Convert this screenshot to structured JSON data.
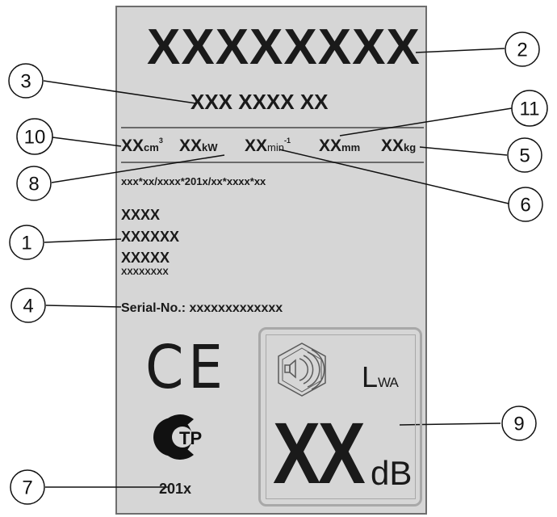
{
  "plate": {
    "title": "XXXXXXXX",
    "model": "XXX XXXX XX",
    "specs": {
      "displacement": {
        "value": "XX",
        "unit": "cm",
        "sup": "3"
      },
      "power": {
        "value": "XX",
        "unit": "kW"
      },
      "speed": {
        "value": "XX",
        "unit": "min",
        "sup": "-1"
      },
      "length": {
        "value": "XX",
        "unit": "mm"
      },
      "weight": {
        "value": "XX",
        "unit": "kg"
      }
    },
    "code": "xxx*xx/xxxx*201x/xx*xxxx*xx",
    "identification": [
      "XXXX",
      "XXXXXX",
      "XXXXX",
      "XXXXXXXX"
    ],
    "serial": "Serial-No.: xxxxxxxxxxxxx",
    "ce_mark": "CE",
    "eac_mark": "TP",
    "year": "201x",
    "noise": {
      "symbol": "L",
      "symbol_sub": "WA",
      "value": "XX",
      "unit": "dB"
    }
  },
  "callouts": [
    {
      "num": "1"
    },
    {
      "num": "2"
    },
    {
      "num": "3"
    },
    {
      "num": "4"
    },
    {
      "num": "5"
    },
    {
      "num": "6"
    },
    {
      "num": "7"
    },
    {
      "num": "8"
    },
    {
      "num": "9"
    },
    {
      "num": "10"
    },
    {
      "num": "11"
    }
  ],
  "colors": {
    "plate": "#d6d6d6",
    "border": "#6e6e6e",
    "text": "#1a1a1a"
  }
}
